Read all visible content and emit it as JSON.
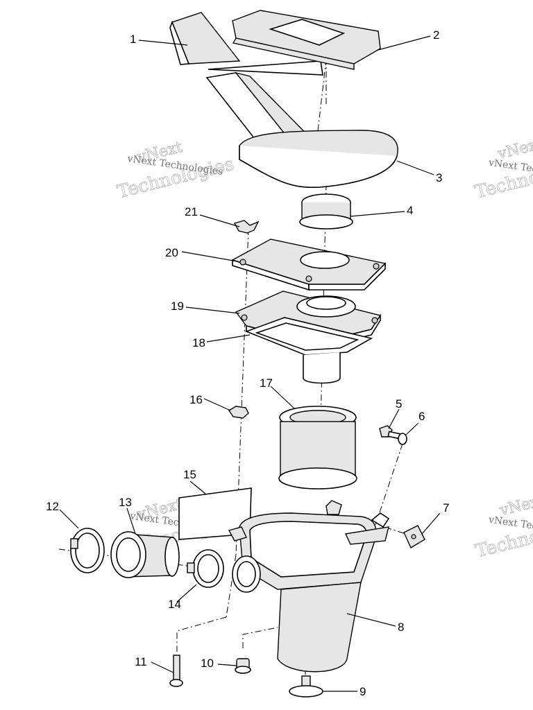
{
  "watermarks": [
    {
      "line1": "vNext",
      "line2": "Technologies",
      "small": "vNext Technologies"
    },
    {
      "line1": "vNext",
      "line2": "Technologies",
      "small": "vNext Technologies"
    },
    {
      "line1": "vNext",
      "line2": "Technologies",
      "small": "vNext Technologies"
    },
    {
      "line1": "vNext",
      "line2": "Technologies",
      "small": "vNext Technologies"
    }
  ],
  "callouts": [
    "1",
    "2",
    "3",
    "4",
    "5",
    "6",
    "7",
    "8",
    "9",
    "10",
    "11",
    "12",
    "13",
    "14",
    "15",
    "16",
    "17",
    "18",
    "19",
    "20",
    "21"
  ]
}
